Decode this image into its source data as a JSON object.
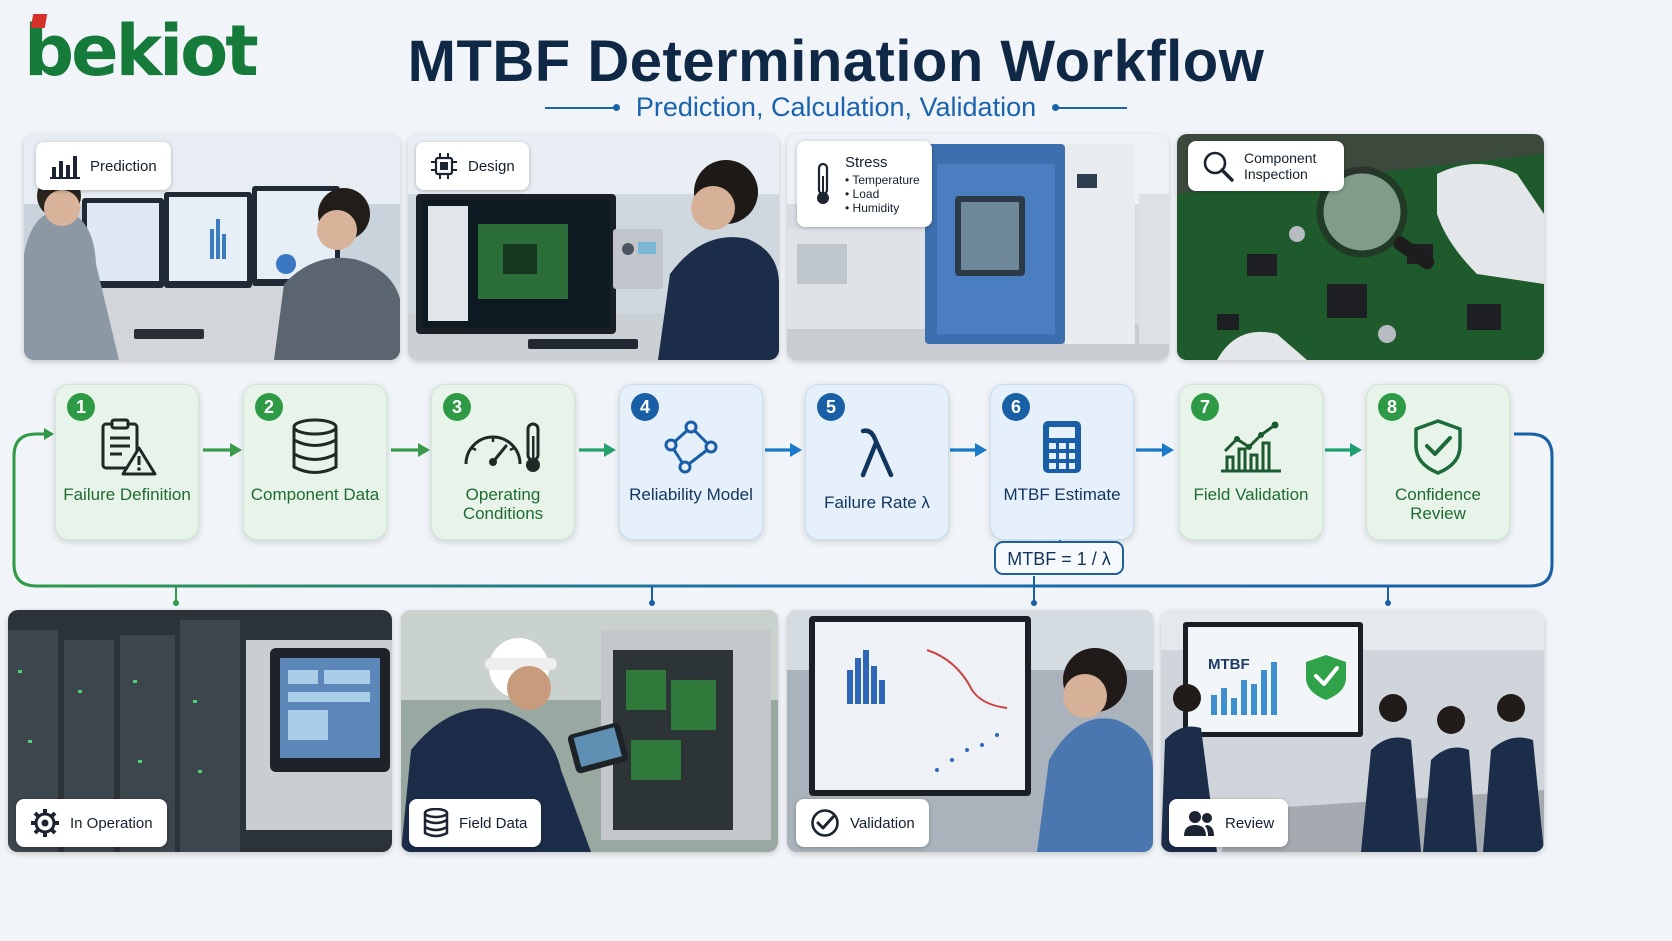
{
  "logo": {
    "text": "bekiot"
  },
  "title": "MTBF Determination Workflow",
  "subtitle": "Prediction, Calculation, Validation",
  "top_panels": [
    {
      "label": "Prediction"
    },
    {
      "label": "Design"
    },
    {
      "label": "Stress",
      "bullets": [
        "Temperature",
        "Load",
        "Humidity"
      ]
    },
    {
      "label": "Component Inspection"
    }
  ],
  "steps": [
    {
      "num": "1",
      "label": "Failure Definition",
      "icon": "clipboard-warning-icon",
      "color": "green"
    },
    {
      "num": "2",
      "label": "Component Data",
      "icon": "database-icon",
      "color": "green"
    },
    {
      "num": "3",
      "label": "Operating Conditions",
      "icon": "gauge-thermometer-icon",
      "color": "green"
    },
    {
      "num": "4",
      "label": "Reliability Model",
      "icon": "network-icon",
      "color": "blue"
    },
    {
      "num": "5",
      "label": "Failure Rate λ",
      "icon": "lambda-icon",
      "color": "blue"
    },
    {
      "num": "6",
      "label": "MTBF Estimate",
      "icon": "calculator-icon",
      "color": "blue"
    },
    {
      "num": "7",
      "label": "Field Validation",
      "icon": "chart-trend-icon",
      "color": "green"
    },
    {
      "num": "8",
      "label": "Confidence Review",
      "icon": "shield-check-icon",
      "color": "green"
    }
  ],
  "formula": "MTBF = 1 / λ",
  "bottom_panels": [
    {
      "label": "In Operation"
    },
    {
      "label": "Field Data"
    },
    {
      "label": "Validation"
    },
    {
      "label": "Review"
    }
  ],
  "screen_text": {
    "mtbf": "MTBF"
  },
  "colors": {
    "green": "#2f9a46",
    "blue": "#185fa6",
    "title": "#0e2845"
  }
}
